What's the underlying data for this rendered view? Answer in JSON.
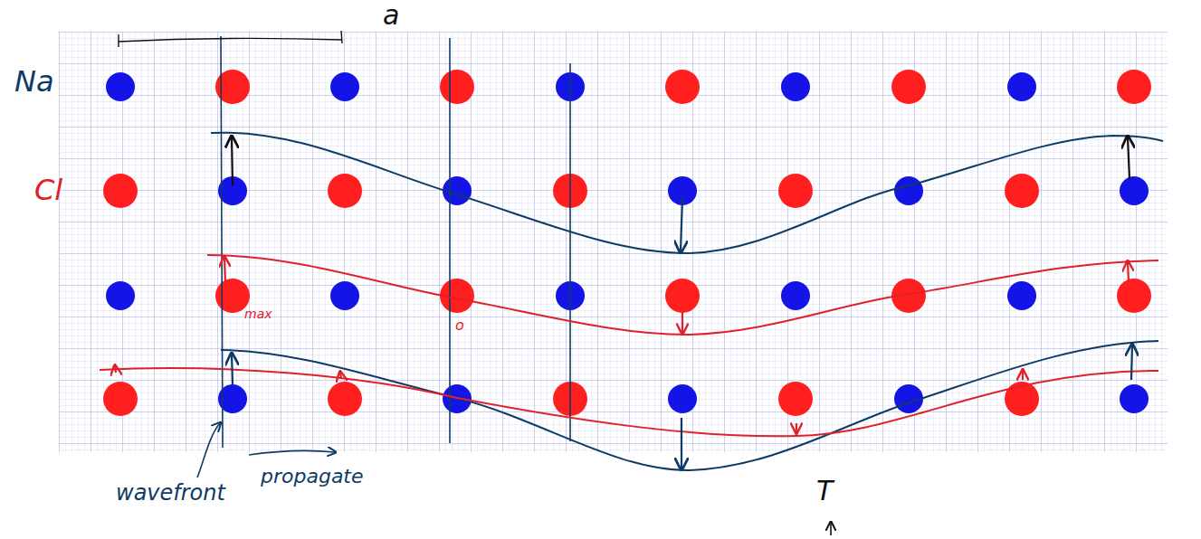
{
  "diagram": {
    "labels": [
      "a",
      "Na",
      "Cl",
      "max",
      "o",
      "wavefront",
      "propagate",
      "T"
    ]
  }
}
